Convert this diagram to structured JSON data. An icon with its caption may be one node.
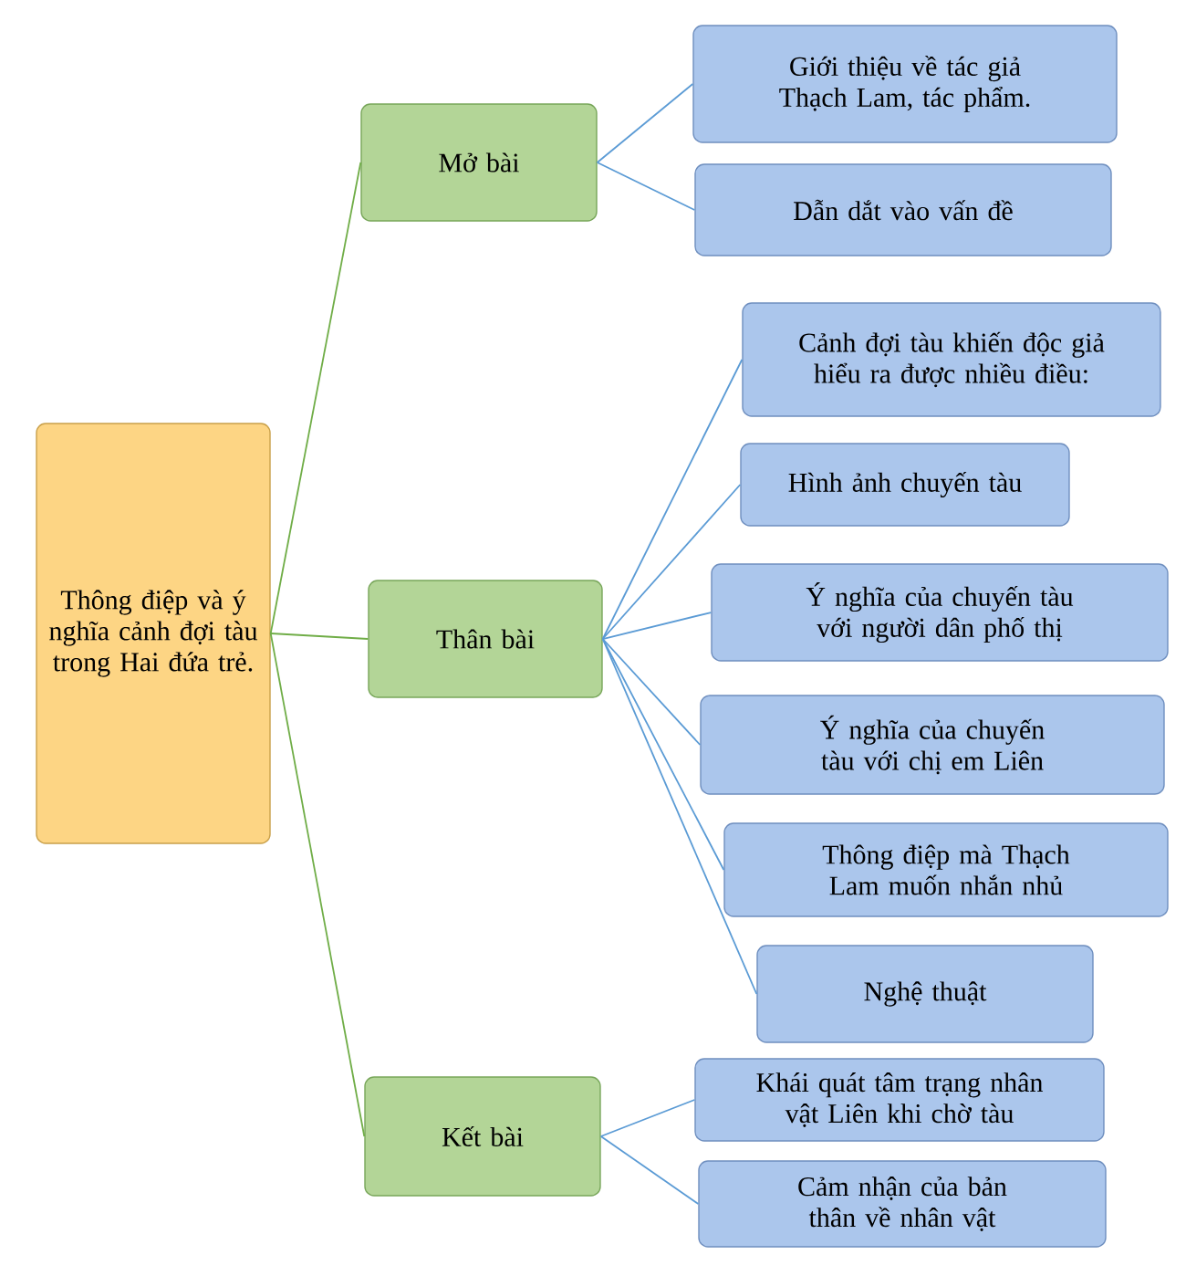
{
  "diagram": {
    "nodes": [
      {
        "text": [
          "Thông điệp và ý nghĩa cảnh đợi tàu trong Hai đứa trẻ."
        ]
      },
      {
        "text": [
          "Mở bài"
        ]
      },
      {
        "text": [
          "Thân bài"
        ]
      },
      {
        "text": [
          "Kết bài"
        ]
      },
      {
        "text": [
          "Giới thiệu về tác giả Thạch Lam, tác phẩm."
        ]
      },
      {
        "text": [
          "Dẫn dắt vào vấn đề"
        ]
      },
      {
        "text": [
          "Cảnh đợi tàu khiến độc giả hiểu ra được nhiều điều:"
        ]
      },
      {
        "text": [
          "Hình ảnh chuyến tàu"
        ]
      },
      {
        "text": [
          "Ý nghĩa của chuyến tàu với người dân phố thị"
        ]
      },
      {
        "text": [
          "Ý nghĩa của chuyến tàu với chị em Liên"
        ]
      },
      {
        "text": [
          "Thông điệp mà Thạch Lam muốn nhắn nhủ"
        ]
      },
      {
        "text": [
          "Nghệ thuật"
        ]
      },
      {
        "text": [
          "Khái quát tâm trạng nhân vật Liên khi chờ tàu"
        ]
      },
      {
        "text": [
          "Cảm nhận của bản thân về nhân vật"
        ]
      }
    ],
    "edges": [
      {
        "from": 0,
        "to": 1,
        "arrow": "none",
        "color": "#70ad47"
      },
      {
        "from": 0,
        "to": 2,
        "arrow": "none",
        "color": "#70ad47"
      },
      {
        "from": 0,
        "to": 3,
        "arrow": "none",
        "color": "#70ad47"
      },
      {
        "from": 1,
        "to": 4,
        "arrow": "none"
      },
      {
        "from": 1,
        "to": 5,
        "arrow": "none"
      },
      {
        "from": 2,
        "to": 6,
        "arrow": "none"
      },
      {
        "from": 2,
        "to": 7,
        "arrow": "none"
      },
      {
        "from": 2,
        "to": 8,
        "arrow": "none"
      },
      {
        "from": 2,
        "to": 9,
        "arrow": "none"
      },
      {
        "from": 2,
        "to": 10,
        "arrow": "none"
      },
      {
        "from": 2,
        "to": 11,
        "arrow": "none"
      },
      {
        "from": 3,
        "to": 12,
        "arrow": "none"
      },
      {
        "from": 3,
        "to": 13,
        "arrow": "none"
      }
    ]
  }
}
